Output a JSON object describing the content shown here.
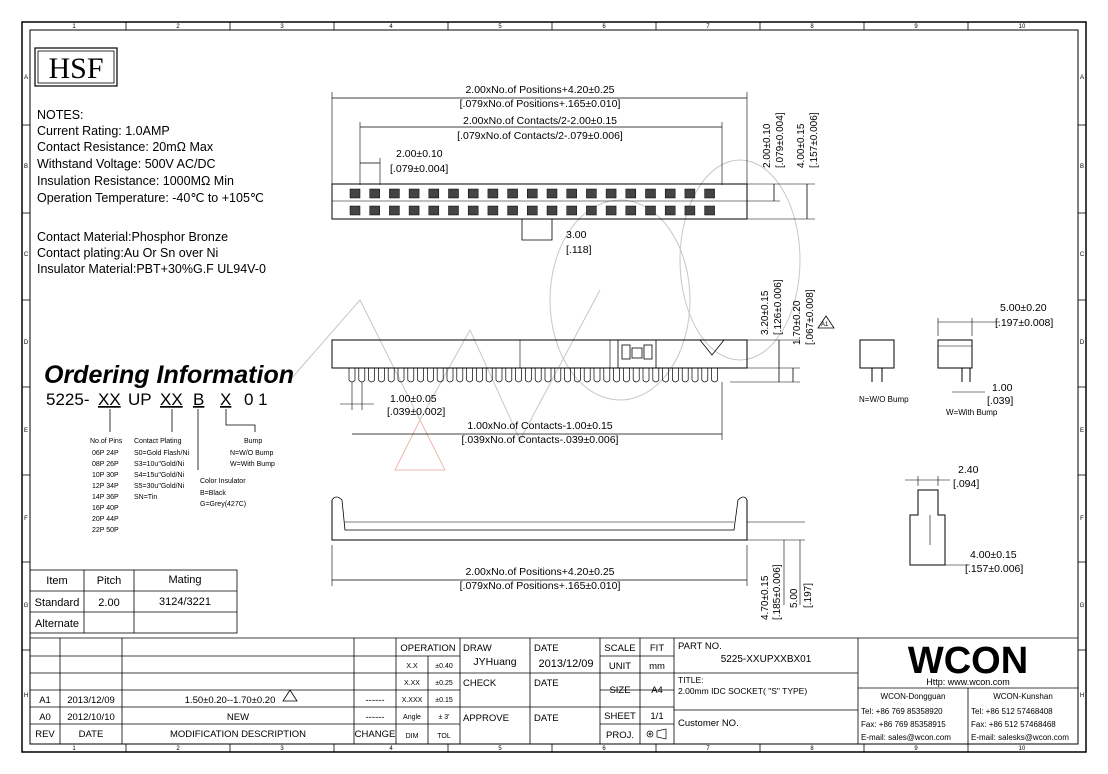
{
  "border": {
    "columns": [
      "1",
      "2",
      "3",
      "4",
      "5",
      "6",
      "7",
      "8",
      "9",
      "10"
    ],
    "rows": [
      "A",
      "B",
      "C",
      "D",
      "E",
      "F",
      "G",
      "H"
    ]
  },
  "logo": {
    "text": "HSF"
  },
  "notes": {
    "title": "NOTES:",
    "lines": [
      "Current Rating: 1.0AMP",
      "Contact Resistance: 20mΩ Max",
      "Withstand Voltage: 500V AC/DC",
      "Insulation Resistance: 1000MΩ Min",
      "Operation Temperature: -40℃ to +105℃"
    ],
    "materials": [
      "Contact Material:Phosphor Bronze",
      "Contact plating:Au Or Sn over Ni",
      "Insulator Material:PBT+30%G.F UL94V-0"
    ]
  },
  "ordering": {
    "title": "Ordering Information",
    "code_prefix": "5225-",
    "code_xx1": "XX",
    "code_up": "UP",
    "code_xx2": "XX",
    "code_b": "B",
    "code_x": "X",
    "code_01": "0 1",
    "pins_title": "No.of Pins",
    "pins": [
      "06P 24P",
      "08P 26P",
      "10P 30P",
      "12P 34P",
      "14P 36P",
      "16P 40P",
      "20P 44P",
      "22P 50P"
    ],
    "plating_title": "Contact Plating",
    "plating": [
      "S0=Gold Flash/Ni",
      "S3=10u\"Gold/Ni",
      "S4=15u\"Gold/Ni",
      "S5=30u\"Gold/Ni",
      "SN=Tin"
    ],
    "color_title": "Color Insulator",
    "colors": [
      "B=Black",
      "G=Grey(427C)"
    ],
    "bump_title": "Bump",
    "bumps": [
      "N=W/O Bump",
      "W=With Bump"
    ]
  },
  "dims": {
    "top_overall": "2.00xNo.of Positions+4.20±0.25",
    "top_overall_in": "[.079xNo.of Positions+.165±0.010]",
    "top_contacts": "2.00xNo.of Contacts/2-2.00±0.15",
    "top_contacts_in": "[.079xNo.of Contacts/2-.079±0.006]",
    "pitch": "2.00±0.10",
    "pitch_in": "[.079±0.004]",
    "key": "3.00",
    "key_in": "[.118]",
    "row_pitch": "2.00±0.10",
    "row_pitch_in": "[.079±0.004]",
    "width": "4.00±0.15",
    "width_in": "[.157±0.006]",
    "height_a": "3.20±0.15",
    "height_a_in": "[.126±0.006]",
    "height_b": "1.70±0.20",
    "height_b_in": "[.067±0.008]",
    "side_w": "5.00±0.20",
    "side_w_in": "[.197±0.008]",
    "tail": "1.00",
    "tail_in": "[.039]",
    "contact_w": "1.00±0.05",
    "contact_w_in": "[.039±0.002]",
    "contact_span": "1.00xNo.of Contacts-1.00±0.15",
    "contact_span_in": "[.039xNo.of Contacts-.039±0.006]",
    "bottom_overall": "2.00xNo.of Positions+4.20±0.25",
    "bottom_overall_in": "[.079xNo.of Positions+.165±0.010]",
    "bottom_h1": "4.70±0.15",
    "bottom_h1_in": "[.185±0.006]",
    "bottom_h2": "5.00",
    "bottom_h2_in": "[.197]",
    "end_w": "2.40",
    "end_w_in": "[.094]",
    "end_h": "4.00±0.15",
    "end_h_in": "[.157±0.006]",
    "nbump": "N=W/O Bump",
    "wbump": "W=With Bump",
    "rev_mark": "A1"
  },
  "mating_table": {
    "headers": [
      "Item",
      "Pitch",
      "Mating"
    ],
    "rows": [
      [
        "Standard",
        "2.00",
        "3124/3221"
      ],
      [
        "Alternate",
        "",
        ""
      ]
    ]
  },
  "title_block": {
    "rev_rows": [
      {
        "rev": "A1",
        "date": "2013/12/09",
        "desc": "1.50±0.20--1.70±0.20",
        "change": "------"
      },
      {
        "rev": "A0",
        "date": "2012/10/10",
        "desc": "NEW",
        "change": "------"
      }
    ],
    "rev_headers": {
      "rev": "REV",
      "date": "DATE",
      "desc": "MODIFICATION  DESCRIPTION",
      "change": "CHANGE"
    },
    "operation": "OPERATION",
    "tol": [
      [
        "X.X",
        "±0.40"
      ],
      [
        "X.XX",
        "±0.25"
      ],
      [
        "X.XXX",
        "±0.15"
      ],
      [
        "Angle",
        "± 3'"
      ]
    ],
    "dim": "DIM",
    "tol_label": "TOL",
    "draw": "DRAW",
    "drawer": "JYHuang",
    "check": "CHECK",
    "approve": "APPROVE",
    "date": "DATE",
    "draw_date": "2013/12/09",
    "scale": "SCALE",
    "fit": "FIT",
    "unit": "UNIT",
    "unit_val": "mm",
    "size": "SIZE",
    "size_val": "A4",
    "sheet": "SHEET",
    "sheet_val": "1/1",
    "proj": "PROJ.",
    "part_no_label": "PART NO.",
    "part_no": "5225-XXUPXXBX01",
    "title_label": "TITLE:",
    "title": "2.00mm IDC SOCKET( \"S\" TYPE)",
    "customer": "Customer NO.",
    "company": "WCON",
    "http": "Http: www.wcon.com",
    "dg": "WCON-Dongguan",
    "ks": "WCON-Kunshan",
    "dg_tel": "Tel: +86 769 85358920",
    "ks_tel": "Tel: +86 512 57468408",
    "dg_fax": "Fax: +86 769 85358915",
    "ks_fax": "Fax: +86 512 57468468",
    "dg_mail": "E-mail: sales@wcon.com",
    "ks_mail": "E-mail: salesks@wcon.com"
  },
  "watermark": "WCON"
}
